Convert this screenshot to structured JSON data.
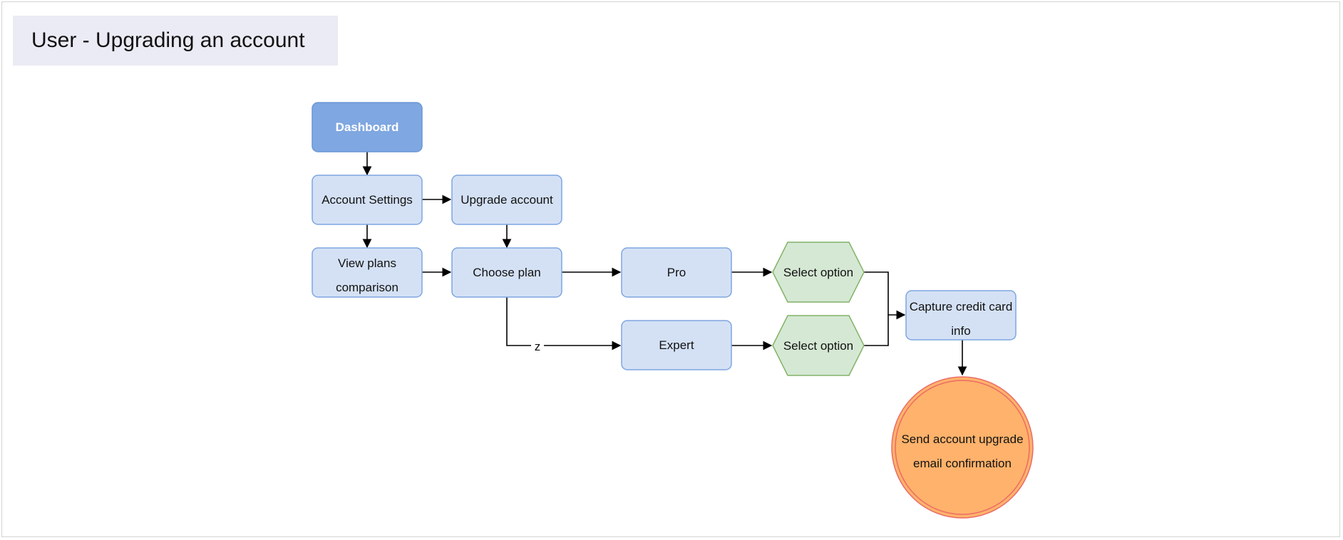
{
  "title": "User - Upgrading an account",
  "colors": {
    "primary_fill": "#7fa7e1",
    "primary_stroke": "#6c96d6",
    "process_fill": "#d4e1f5",
    "process_stroke": "#7ea6e0",
    "decision_fill": "#d5e8d4",
    "decision_stroke": "#82b366",
    "terminal_fill": "#ffb26b",
    "terminal_stroke": "#ea6b66",
    "edge": "#000000"
  },
  "nodes": {
    "dashboard": "Dashboard",
    "account_settings": "Account Settings",
    "upgrade_account": "Upgrade account",
    "view_plans": [
      "View plans",
      "comparison"
    ],
    "choose_plan": "Choose plan",
    "pro": "Pro",
    "expert": "Expert",
    "select_option_1": "Select option",
    "select_option_2": "Select option",
    "capture_cc": [
      "Capture credit card",
      "info"
    ],
    "send_confirmation": [
      "Send account upgrade",
      "email confirmation"
    ]
  },
  "edges": [
    {
      "from": "Dashboard",
      "to": "Account Settings",
      "label": ""
    },
    {
      "from": "Account Settings",
      "to": "Upgrade account",
      "label": ""
    },
    {
      "from": "Account Settings",
      "to": "View plans comparison",
      "label": ""
    },
    {
      "from": "Upgrade account",
      "to": "Choose plan",
      "label": ""
    },
    {
      "from": "View plans comparison",
      "to": "Choose plan",
      "label": ""
    },
    {
      "from": "Choose plan",
      "to": "Pro",
      "label": ""
    },
    {
      "from": "Choose plan",
      "to": "Expert",
      "label": "z"
    },
    {
      "from": "Pro",
      "to": "Select option",
      "label": ""
    },
    {
      "from": "Expert",
      "to": "Select option",
      "label": ""
    },
    {
      "from": "Select option",
      "to": "Capture credit card info",
      "label": ""
    },
    {
      "from": "Capture credit card info",
      "to": "Send account upgrade email confirmation",
      "label": ""
    }
  ],
  "edge_labels": {
    "choose_to_expert": "z"
  }
}
